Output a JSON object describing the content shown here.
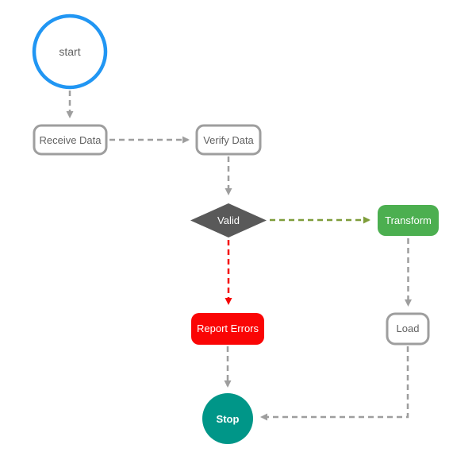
{
  "diagram": {
    "type": "flowchart",
    "background": "#ffffff"
  },
  "colors": {
    "start_stroke": "#2196F3",
    "node_border": "#9E9E9E",
    "node_text": "#616161",
    "edge_gray": "#9E9E9E",
    "edge_red": "#F50505",
    "edge_olive": "#7E9D3A",
    "valid_fill": "#595959",
    "transform_fill": "#4CAF50",
    "report_errors_fill": "#FA0505",
    "stop_fill": "#009688",
    "white_text": "#FFFFFF"
  },
  "nodes": {
    "start": {
      "label": "start",
      "shape": "circle"
    },
    "receive_data": {
      "label": "Receive Data",
      "shape": "rounded-rect"
    },
    "verify_data": {
      "label": "Verify Data",
      "shape": "rounded-rect"
    },
    "valid": {
      "label": "Valid",
      "shape": "diamond"
    },
    "transform": {
      "label": "Transform",
      "shape": "rounded-rect"
    },
    "load": {
      "label": "Load",
      "shape": "rounded-rect"
    },
    "report_errors": {
      "label": "Report Errors",
      "shape": "rounded-rect"
    },
    "stop": {
      "label": "Stop",
      "shape": "circle"
    }
  },
  "edges": [
    {
      "from": "start",
      "to": "receive_data",
      "style": "dashed",
      "color": "gray"
    },
    {
      "from": "receive_data",
      "to": "verify_data",
      "style": "dashed",
      "color": "gray"
    },
    {
      "from": "verify_data",
      "to": "valid",
      "style": "dashed",
      "color": "gray"
    },
    {
      "from": "valid",
      "to": "transform",
      "style": "dashed",
      "color": "olive"
    },
    {
      "from": "valid",
      "to": "report_errors",
      "style": "dashed",
      "color": "red"
    },
    {
      "from": "transform",
      "to": "load",
      "style": "dashed",
      "color": "gray"
    },
    {
      "from": "load",
      "to": "stop",
      "style": "dashed",
      "color": "gray",
      "routing": "elbow"
    },
    {
      "from": "report_errors",
      "to": "stop",
      "style": "dashed",
      "color": "gray"
    }
  ]
}
